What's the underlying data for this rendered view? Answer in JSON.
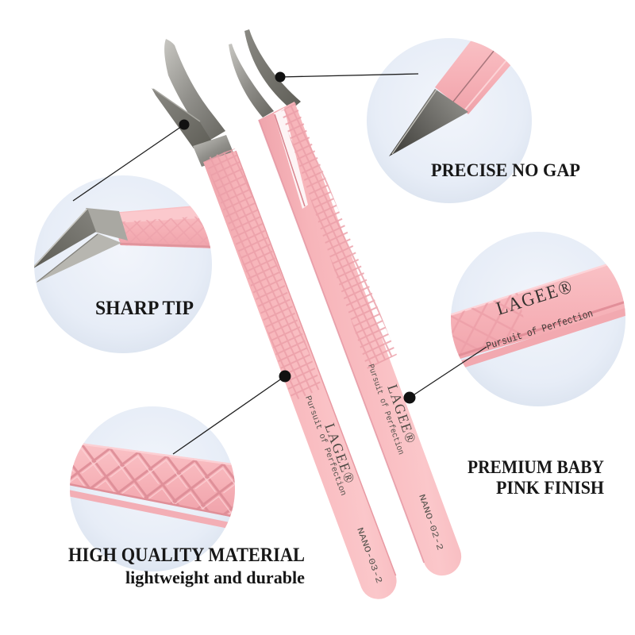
{
  "brand": {
    "name": "LAGEE®",
    "tagline": "Pursuit of Perfection"
  },
  "models": {
    "left": "NANO-03-2",
    "right": "NANO-02-2"
  },
  "callouts": {
    "precise": "PRECISE NO GAP",
    "sharp": "SHARP TIP",
    "premium1": "PREMIUM BABY",
    "premium2": "PINK FINISH",
    "quality1": "HIGH QUALITY MATERIAL",
    "quality2": "lightweight and durable"
  },
  "colors": {
    "pink": "#f7b3b9",
    "pink_highlight": "#fbc8cb",
    "pink_shadow": "#e8959e",
    "metal_light": "#c8c7c2",
    "metal_dark": "#55544e",
    "circle_bg": "#e6ecf6",
    "ink": "#171717"
  }
}
